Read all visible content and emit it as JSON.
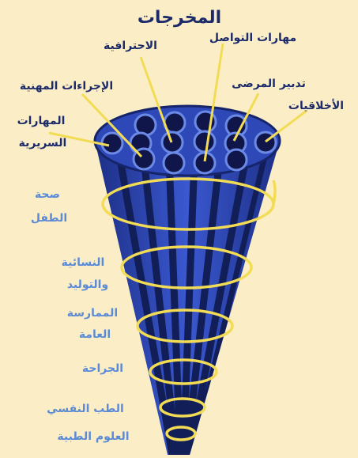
{
  "title": "المخرجات",
  "outcomes": [
    "مهارات التواصل",
    "الاحترافية",
    "الإجراءات المهنية",
    "تدبير المرضى",
    "المهارات",
    "السريرية",
    "الأخلاقيات"
  ],
  "disciplines": [
    "صحة",
    "الطفل",
    "النسائية",
    "والتوليد",
    "الممارسة",
    "العامة",
    "الجراحة",
    "الطب النفسي",
    "العلوم الطبية"
  ],
  "colors": {
    "background": "#fbeec7",
    "cone_blue": "#2e48b8",
    "cone_dark": "#121e58",
    "spiral_yellow": "#f2dc55",
    "outcome_text": "#1c2a6a",
    "discipline_text": "#5b8ad6"
  }
}
